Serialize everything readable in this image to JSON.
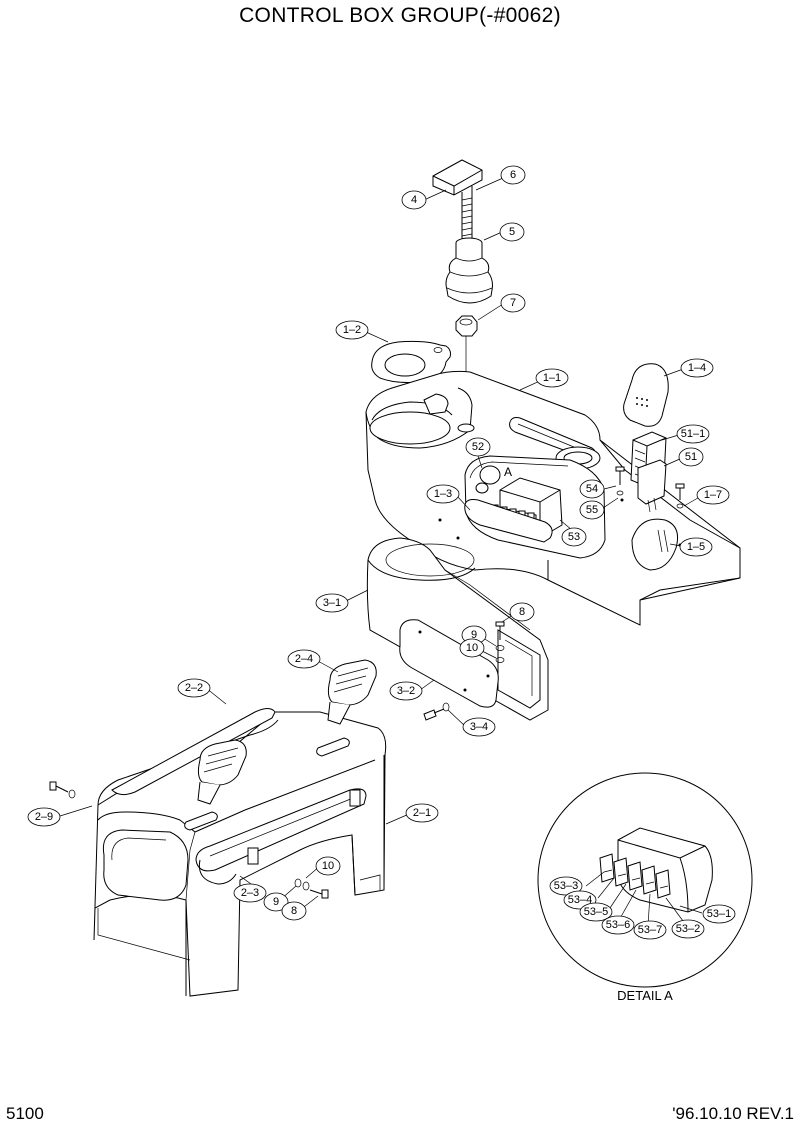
{
  "title": "CONTROL BOX GROUP(-#0062)",
  "page_number": "5100",
  "revision": "'96.10.10  REV.1",
  "detail_caption": "DETAIL A",
  "detail_marker": "A",
  "callouts": [
    {
      "id": "6",
      "label": "6"
    },
    {
      "id": "4",
      "label": "4"
    },
    {
      "id": "5",
      "label": "5"
    },
    {
      "id": "7",
      "label": "7"
    },
    {
      "id": "1-2",
      "label": "1–2"
    },
    {
      "id": "1-1",
      "label": "1–1"
    },
    {
      "id": "1-4",
      "label": "1–4"
    },
    {
      "id": "51-1",
      "label": "51–1"
    },
    {
      "id": "51",
      "label": "51"
    },
    {
      "id": "52",
      "label": "52"
    },
    {
      "id": "54",
      "label": "54"
    },
    {
      "id": "55",
      "label": "55"
    },
    {
      "id": "1-7",
      "label": "1–7"
    },
    {
      "id": "1-3",
      "label": "1–3"
    },
    {
      "id": "53",
      "label": "53"
    },
    {
      "id": "1-5",
      "label": "1–5"
    },
    {
      "id": "3-1",
      "label": "3–1"
    },
    {
      "id": "8a",
      "label": "8"
    },
    {
      "id": "9a",
      "label": "9"
    },
    {
      "id": "10a",
      "label": "10"
    },
    {
      "id": "2-4",
      "label": "2–4"
    },
    {
      "id": "3-2",
      "label": "3–2"
    },
    {
      "id": "3-4",
      "label": "3–4"
    },
    {
      "id": "2-2",
      "label": "2–2"
    },
    {
      "id": "2-9",
      "label": "2–9"
    },
    {
      "id": "2-1",
      "label": "2–1"
    },
    {
      "id": "10b",
      "label": "10"
    },
    {
      "id": "2-3",
      "label": "2–3"
    },
    {
      "id": "9b",
      "label": "9"
    },
    {
      "id": "8b",
      "label": "8"
    },
    {
      "id": "53-3",
      "label": "53–3"
    },
    {
      "id": "53-4",
      "label": "53–4"
    },
    {
      "id": "53-5",
      "label": "53–5"
    },
    {
      "id": "53-6",
      "label": "53–6"
    },
    {
      "id": "53-7",
      "label": "53–7"
    },
    {
      "id": "53-2",
      "label": "53–2"
    },
    {
      "id": "53-1",
      "label": "53–1"
    }
  ]
}
